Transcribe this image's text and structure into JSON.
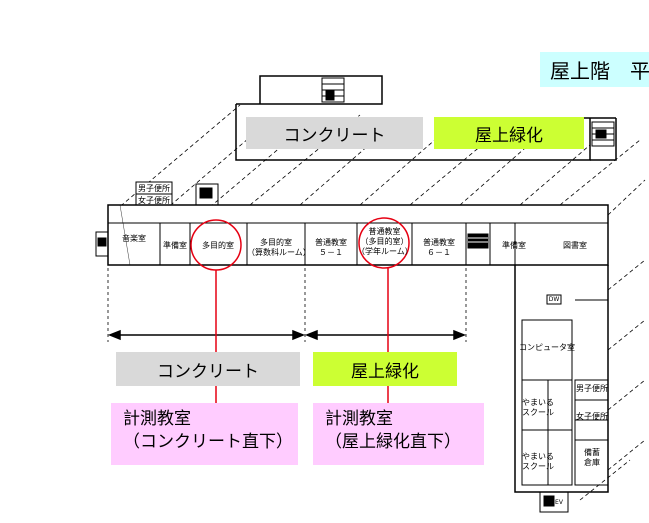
{
  "header": {
    "title": "屋上階　平"
  },
  "roof_labels": {
    "upper_concrete": "コンクリート",
    "upper_green": "屋上緑化",
    "lower_concrete": "コンクリート",
    "lower_green": "屋上緑化"
  },
  "callouts": {
    "concrete": {
      "line1": "計測教室",
      "line2": "（コンクリート直下）"
    },
    "green": {
      "line1": "計測教室",
      "line2": "（屋上緑化直下）"
    }
  },
  "rooms": {
    "boys_toilet_top": "男子便所",
    "girls_toilet_top": "女子便所",
    "music_room": "音楽室",
    "prep_room_1": "準備室",
    "multipurpose_1": "多目的室",
    "multipurpose_2_line1": "多目的室",
    "multipurpose_2_line2": "（算数科ルーム）",
    "classroom_51_line1": "普通教室",
    "classroom_51_line2": "５－１",
    "classroom_mp_line1": "普通教室",
    "classroom_mp_line2": "（多目的室）",
    "classroom_mp_line3": "（学年ルーム）",
    "classroom_61_line1": "普通教室",
    "classroom_61_line2": "６－１",
    "prep_room_2": "準備室",
    "library": "図書室",
    "dw": "DW",
    "computer_room": "コンピュータ室",
    "yamairu_1_line1": "やまいる",
    "yamairu_1_line2": "スクール",
    "yamairu_2_line1": "やまいる",
    "yamairu_2_line2": "スクール",
    "boys_toilet_side": "男子便所",
    "girls_toilet_side": "女子便所",
    "storage_line1": "備蓄",
    "storage_line2": "倉庫",
    "ev": "EV"
  },
  "colors": {
    "concrete": "#d9d9d9",
    "green": "#ccff33",
    "title": "#ccffff",
    "callout": "#ffccff",
    "marker": "#e60012"
  }
}
